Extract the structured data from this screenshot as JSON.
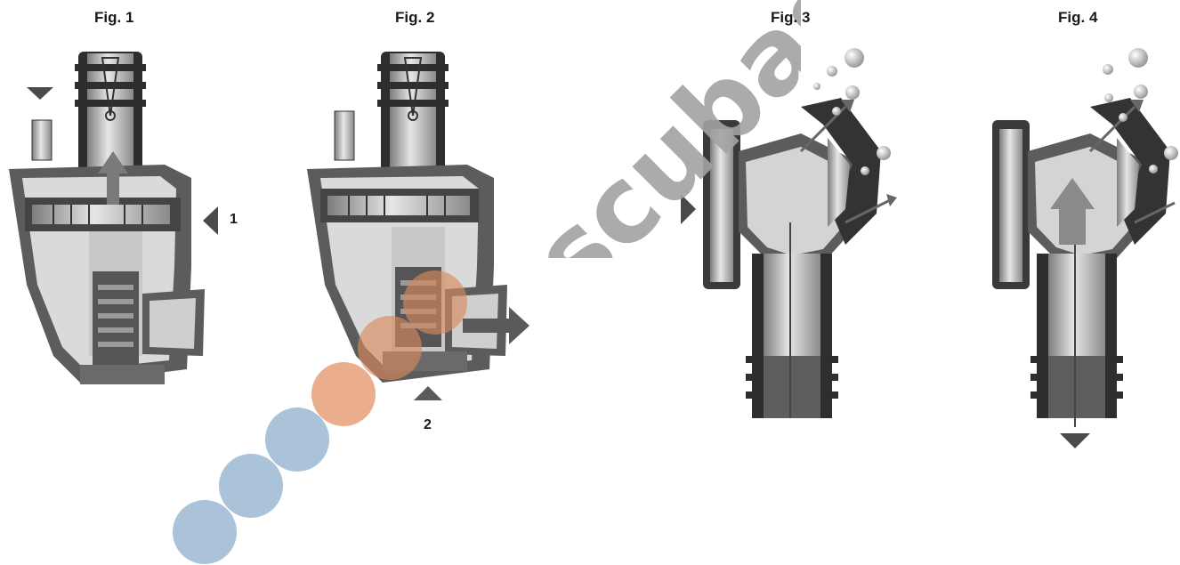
{
  "figures": [
    {
      "caption": "Fig. 1",
      "label": "1"
    },
    {
      "caption": "Fig. 2",
      "label": "2"
    },
    {
      "caption": "Fig. 3"
    },
    {
      "caption": "Fig. 4"
    }
  ],
  "watermark": {
    "text": "scubas",
    "color": "#a3a3a3"
  },
  "colors": {
    "body_dark": "#3a3a3a",
    "body_mid": "#6d6d6d",
    "metal": "#b9b9b9",
    "light": "#dcdcdc",
    "arrow": "#5a5a5a",
    "dot_orange": "#e8a07a",
    "dot_blue": "#9db9d2"
  }
}
